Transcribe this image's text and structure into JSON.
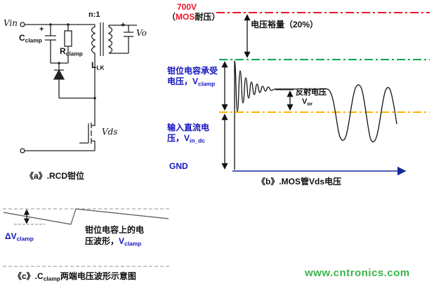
{
  "circuit": {
    "vin": "Vin",
    "plus_clamp": "+",
    "c_clamp": {
      "main": "C",
      "sub": "clamp"
    },
    "r_clamp": {
      "main": "R",
      "sub": "clamp"
    },
    "turns_ratio": "n:1",
    "plus_out": "+",
    "vo": "Vo",
    "l_lk": {
      "main": "L",
      "sub": "LK"
    },
    "vds": "Vds",
    "caption": "《a》.RCD钳位"
  },
  "vds_plot": {
    "limit_value": "700V",
    "limit_note": {
      "pre": "（",
      "mos": "MOS",
      "post": "耐压）"
    },
    "margin_label": "电压裕量（20%）",
    "clamp_label": {
      "line1": "钳位电容承受",
      "line2": "电压，",
      "v": "V",
      "v_sub": "clamp"
    },
    "reflect_label": {
      "line1": "反射电压",
      "v": "V",
      "v_sub": "or"
    },
    "input_label": {
      "line1": "输入直流电",
      "line2": "压，",
      "v": "V",
      "v_sub": "in_dc"
    },
    "gnd": "GND",
    "caption": "《b》.MOS管Vds电压"
  },
  "clamp_plot": {
    "delta": {
      "main": "ΔV",
      "sub": "clamp"
    },
    "wave_label": {
      "line1": "钳位电容上的电",
      "line2": "压波形，",
      "v": "V",
      "v_sub": "clamp"
    },
    "caption": {
      "pre": "《c》.C",
      "sub": "clamp",
      "post": "两端电压波形示意图"
    }
  },
  "watermark": "www.cntronics.com",
  "colors": {
    "limit_line_red": "#f01428",
    "clamp_line_green": "#00a650",
    "input_line_orange": "#ffb400",
    "label_blue": "#1414bf",
    "axis_blue": "#16279b",
    "watermark_green": "#3bb54a"
  }
}
